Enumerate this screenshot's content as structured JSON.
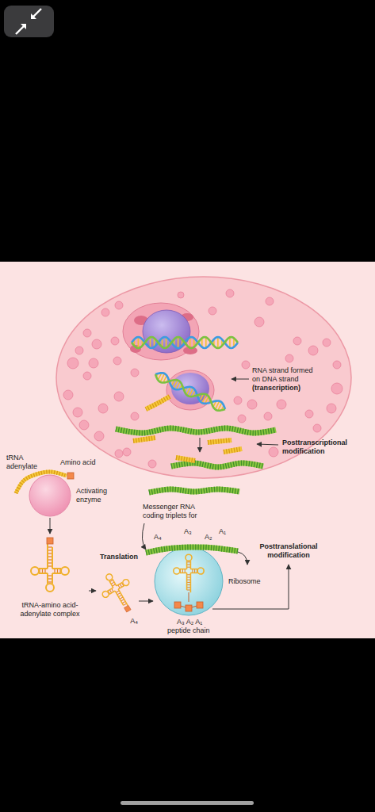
{
  "diagram": {
    "nodes": [
      {
        "text": [
          "Activating enzyme"
        ]
      },
      {
        "text": [
          "tRNA-amino acid-adenylate complex"
        ]
      },
      {
        "text": [
          "A₄"
        ]
      },
      {
        "text": [
          "Ribosome"
        ]
      }
    ],
    "edges": [
      {
        "from": 0,
        "to": 1,
        "arrow": "to"
      },
      {
        "from": 1,
        "to": 2,
        "arrow": "to"
      },
      {
        "from": 2,
        "to": 3,
        "arrow": "to"
      }
    ],
    "labels": [
      "RNA strand formed on DNA strand",
      "(transcription)",
      "Posttranscriptional modification",
      "tRNA adenylate",
      "Amino acid",
      "Messenger RNA coding triplets for",
      "Translation",
      "A₄",
      "A₃",
      "A₂",
      "A₁",
      "Posttranslational modification",
      "A₃ A₂ A₁",
      "peptide chain"
    ]
  }
}
